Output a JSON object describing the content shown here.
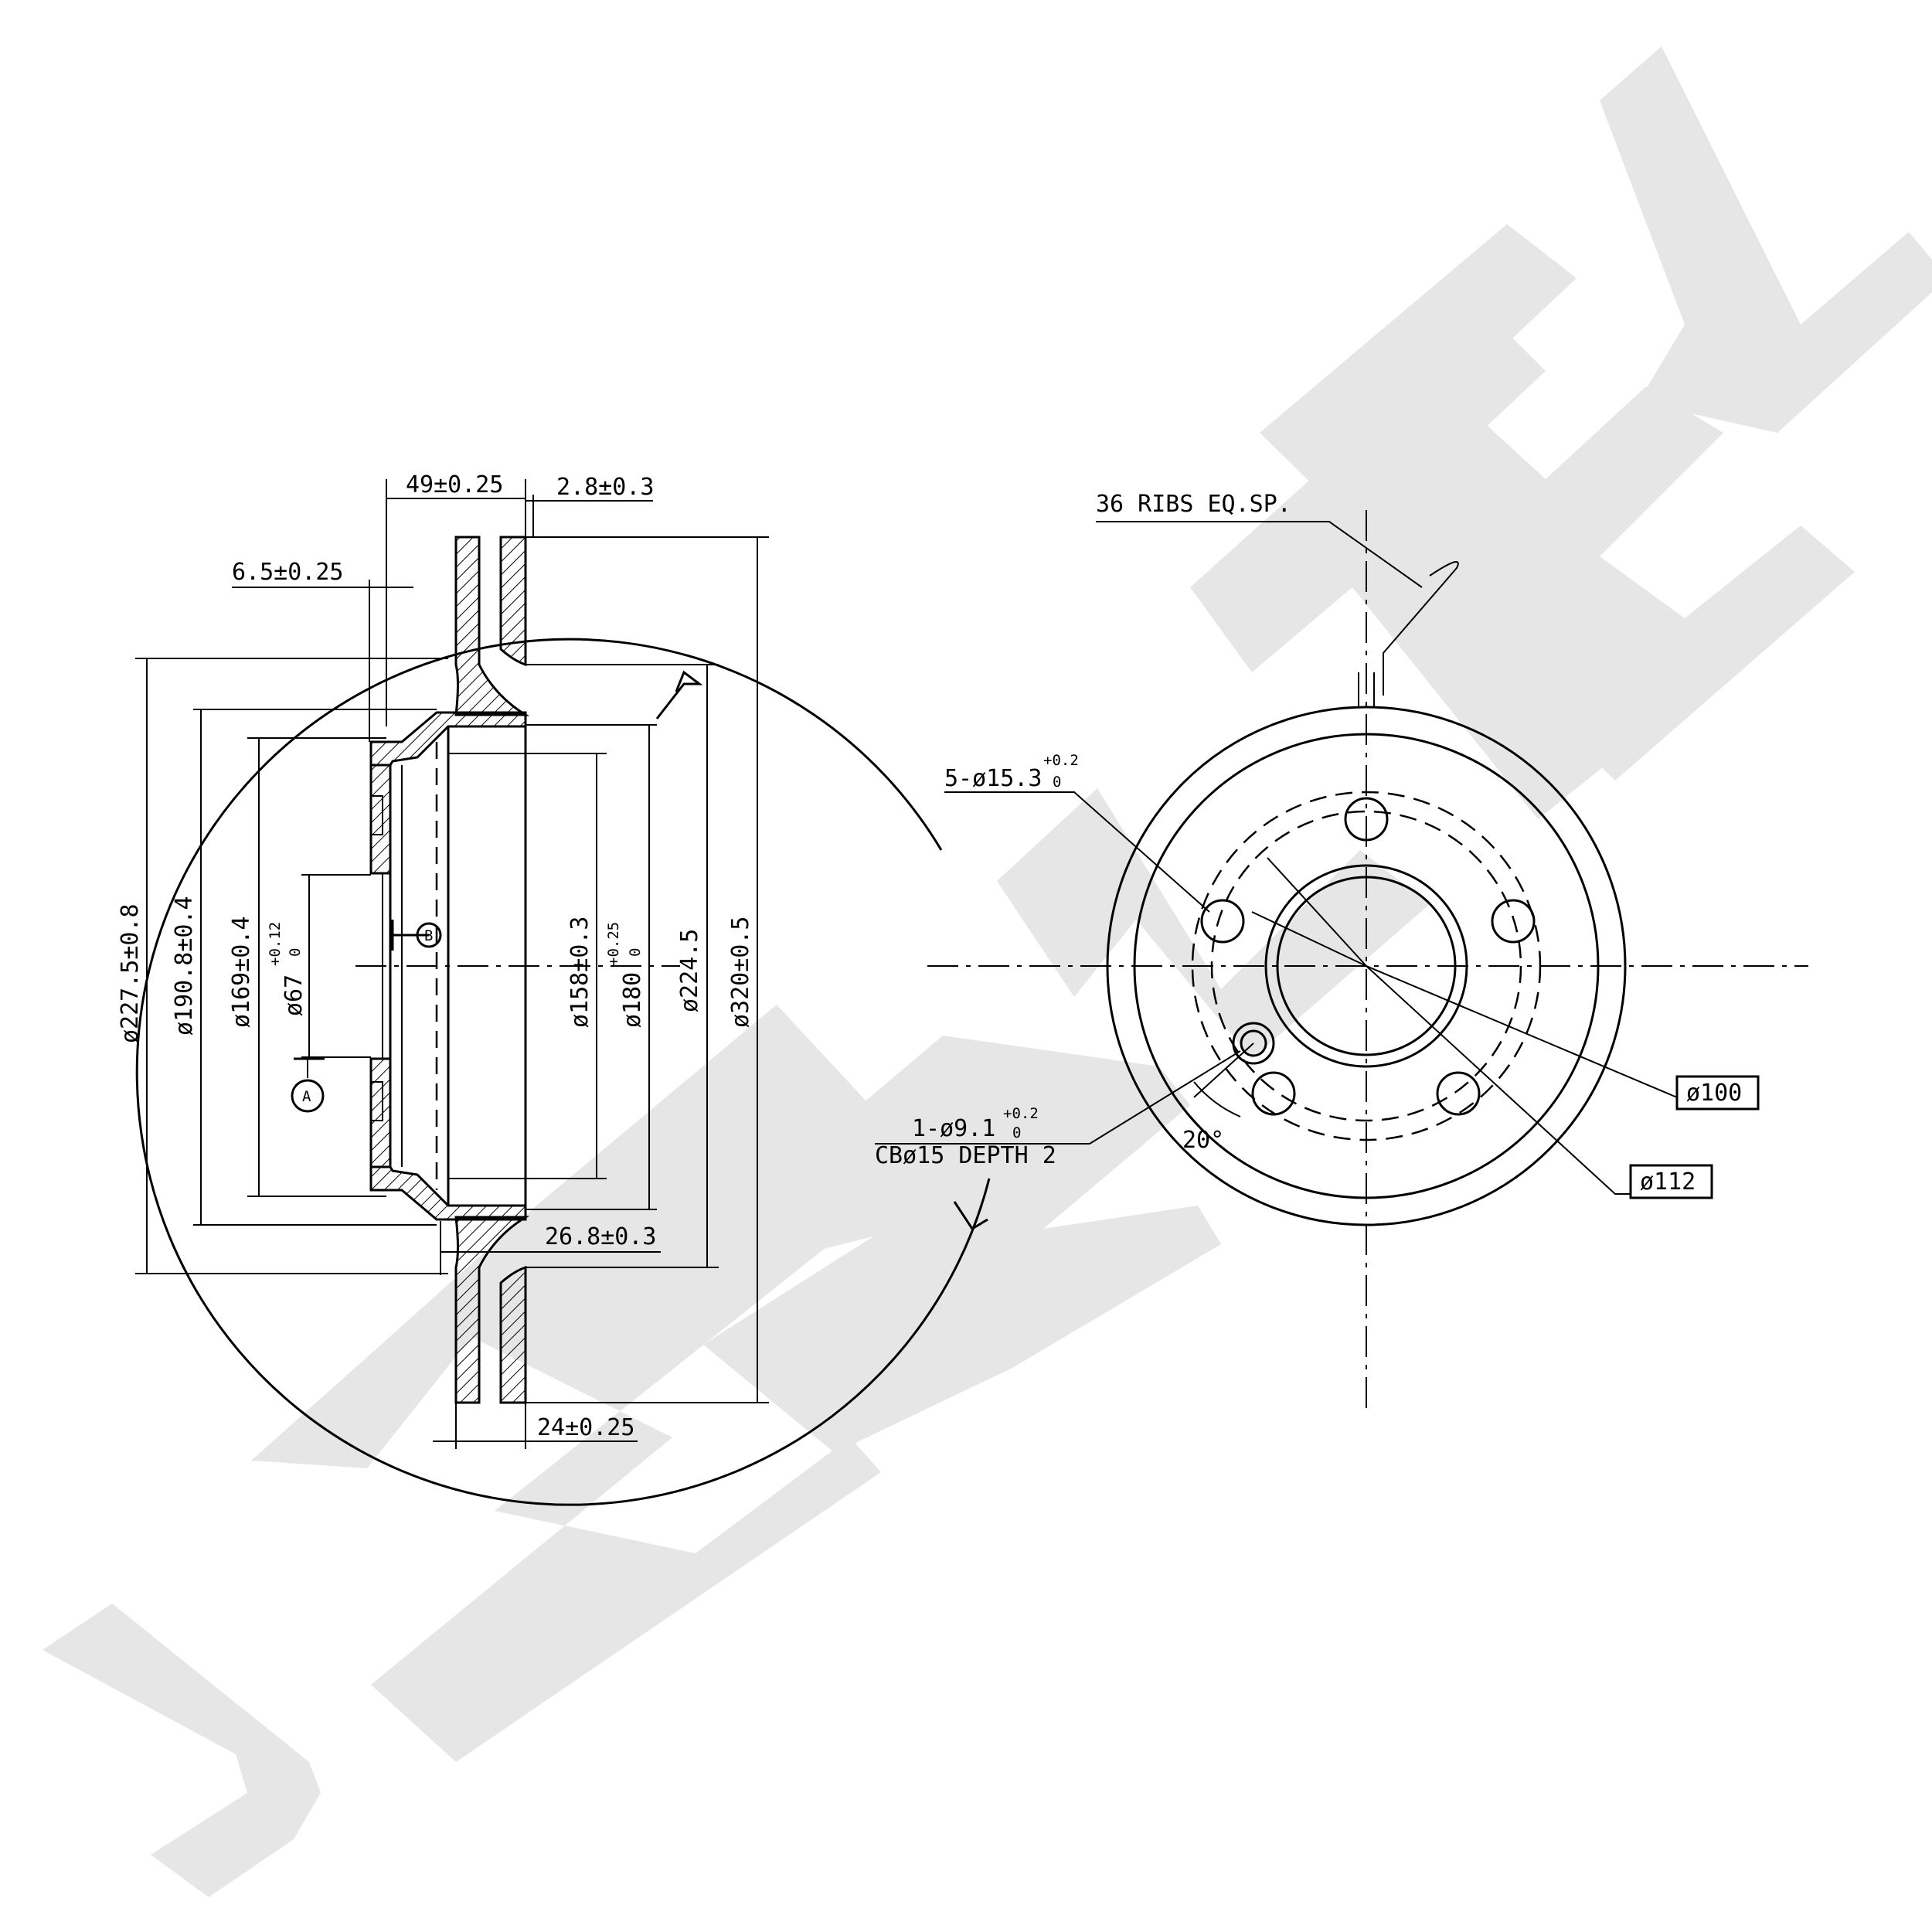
{
  "watermark": {
    "brand": "ZENTEK",
    "color": "#e5e5e5"
  },
  "section_view": {
    "dims": {
      "overall_width": "49±0.25",
      "outer_flange_thk": "2.8±0.3",
      "hat_thk": "6.5±0.25",
      "dia_227": "ø227.5±0.8",
      "dia_190": "ø190.8±0.4",
      "dia_169": "ø169±0.4",
      "dia_67": "ø67",
      "dia_67_tol": "+0.12",
      "dia_67_tol_low": "0",
      "dia_158": "ø158±0.3",
      "dia_180": "ø180",
      "dia_180_tol": "+0.25",
      "dia_180_tol_low": "0",
      "dia_224": "ø224.5",
      "dia_320": "ø320±0.5",
      "offset_26": "26.8±0.3",
      "disc_thk": "24±0.25"
    },
    "datum_a": "A",
    "datum_b": "B"
  },
  "front_view": {
    "ribs_note": "36 RIBS EQ.SP.",
    "bolt_holes": "5-ø15.3",
    "bolt_holes_tol": "+0.2",
    "bolt_holes_tol_low": "0",
    "small_hole": "1-ø9.1",
    "small_hole_tol": "+0.2",
    "small_hole_tol_low": "0",
    "counterbore": "CBø15 DEPTH 2",
    "angle": "20°",
    "pcd_100": "ø100",
    "pcd_112": "ø112"
  }
}
